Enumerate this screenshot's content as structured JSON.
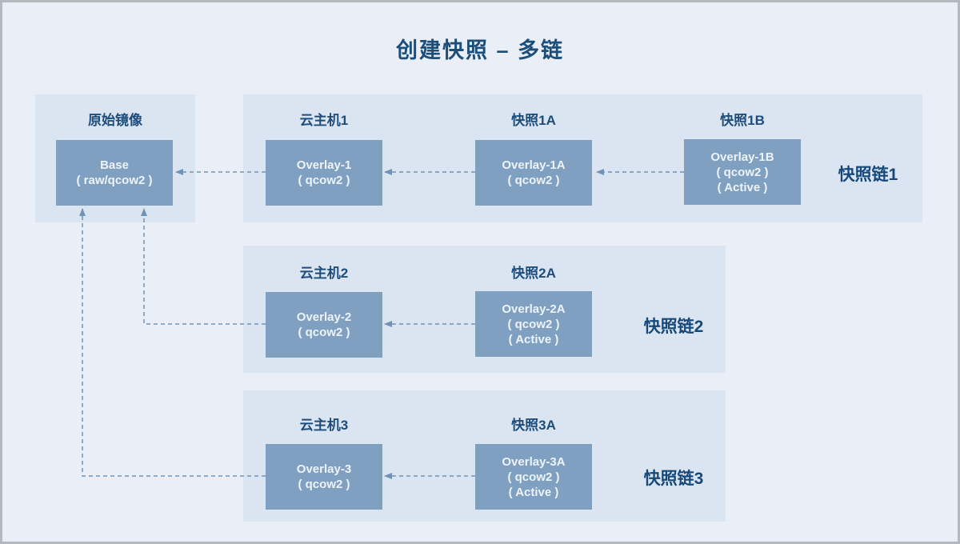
{
  "title": "创建快照 – 多链",
  "base_panel": {
    "label": "原始镜像",
    "node": [
      "Base",
      "( raw/qcow2 )"
    ]
  },
  "chains": [
    {
      "label": "快照链1",
      "columns": [
        {
          "header": "云主机1",
          "node": [
            "Overlay-1",
            "( qcow2 )"
          ]
        },
        {
          "header": "快照1A",
          "node": [
            "Overlay-1A",
            "( qcow2 )"
          ]
        },
        {
          "header": "快照1B",
          "node": [
            "Overlay-1B",
            "( qcow2 )",
            "( Active )"
          ]
        }
      ]
    },
    {
      "label": "快照链2",
      "columns": [
        {
          "header": "云主机2",
          "node": [
            "Overlay-2",
            "( qcow2 )"
          ]
        },
        {
          "header": "快照2A",
          "node": [
            "Overlay-2A",
            "( qcow2 )",
            "( Active )"
          ]
        }
      ]
    },
    {
      "label": "快照链3",
      "columns": [
        {
          "header": "云主机3",
          "node": [
            "Overlay-3",
            "( qcow2 )"
          ]
        },
        {
          "header": "快照3A",
          "node": [
            "Overlay-3A",
            "( qcow2 )",
            "( Active )"
          ]
        }
      ]
    }
  ],
  "colors": {
    "background": "#e9eef7",
    "panel": "#dbe4f1",
    "node_fill": "#7fa0c1",
    "node_text": "#eef3f9",
    "heading_text": "#1d4d7c",
    "chain_label_text": "#16497a",
    "title_text": "#1b4e79",
    "arrow": "#6f93b7",
    "frame_border": "#b5b8bd"
  }
}
